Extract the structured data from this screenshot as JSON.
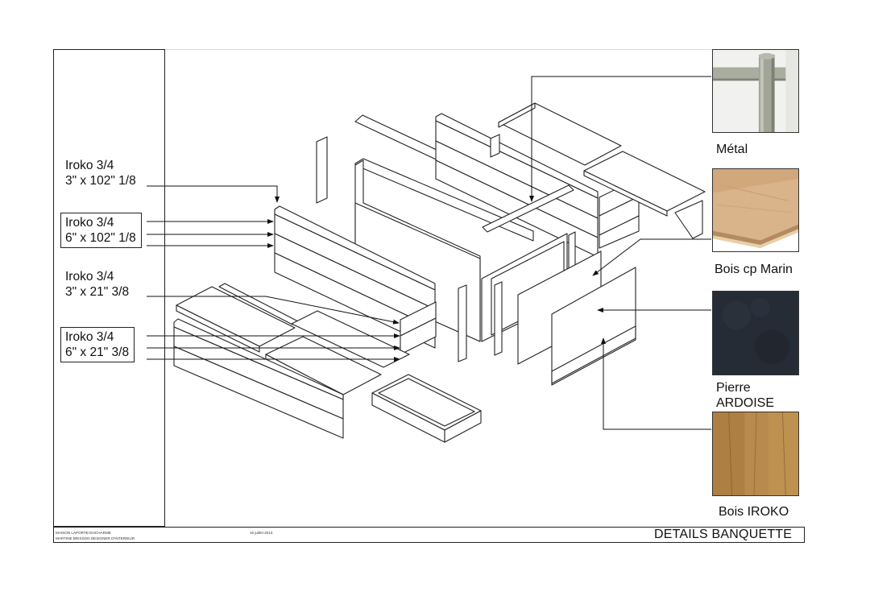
{
  "drawing": {
    "labels": {
      "l1a": "Iroko 3/4",
      "l1b": "3\" x 102\" 1/8",
      "l2a": "Iroko 3/4",
      "l2b": "6\" x 102\" 1/8",
      "l3a": "Iroko 3/4",
      "l3b": "3\" x 21\" 3/8",
      "l4a": "Iroko 3/4",
      "l4b": "6\" x 21\" 3/8"
    },
    "materials": {
      "metal": "Métal",
      "plywood": "Bois cp Marin",
      "slate_1": "Pierre",
      "slate_2": "ARDOISE",
      "iroko": "Bois IROKO"
    }
  },
  "title_block": {
    "company": "MAISON LAPORTE-DUCHARME",
    "designer": "MARTINE BRISSON DESIGNER D'INTERIEUR",
    "date": "16 juillet 2013",
    "title": "DETAILS BANQUETTE"
  }
}
